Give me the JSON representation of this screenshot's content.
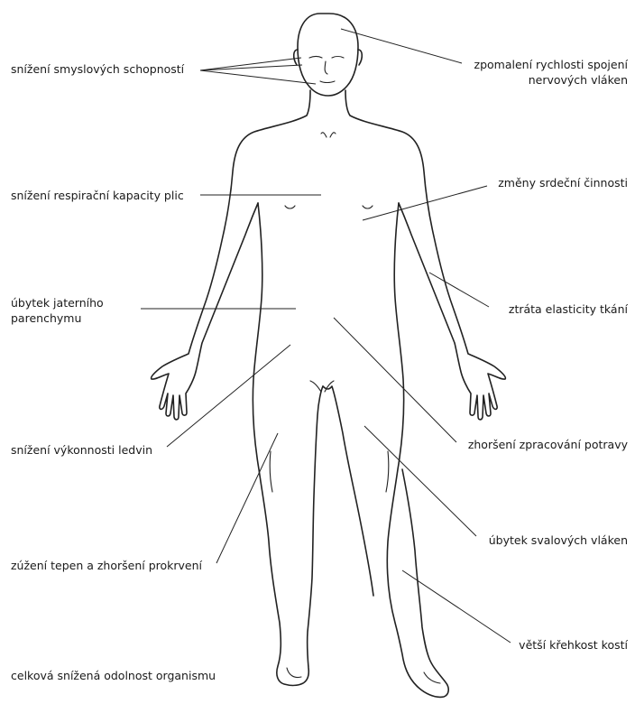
{
  "labels": {
    "senses": "snížení smyslových schopností",
    "nerve_1": "zpomalení rychlosti spojení",
    "nerve_2": "nervových vláken",
    "respiration": "snížení respirační kapacity plic",
    "heart": "změny srdeční činnosti",
    "liver_1": "úbytek jaterního",
    "liver_2": "parenchymu",
    "tissue": "ztráta elasticity tkání",
    "kidney": "snížení výkonnosti ledvin",
    "digestion": "zhoršení zpracování potravy",
    "muscle": "úbytek svalových vláken",
    "arteries": "zúžení tepen a zhoršení prokrvení",
    "bones": "větší křehkost kostí",
    "immunity": "celková snížená odolnost organismu"
  }
}
